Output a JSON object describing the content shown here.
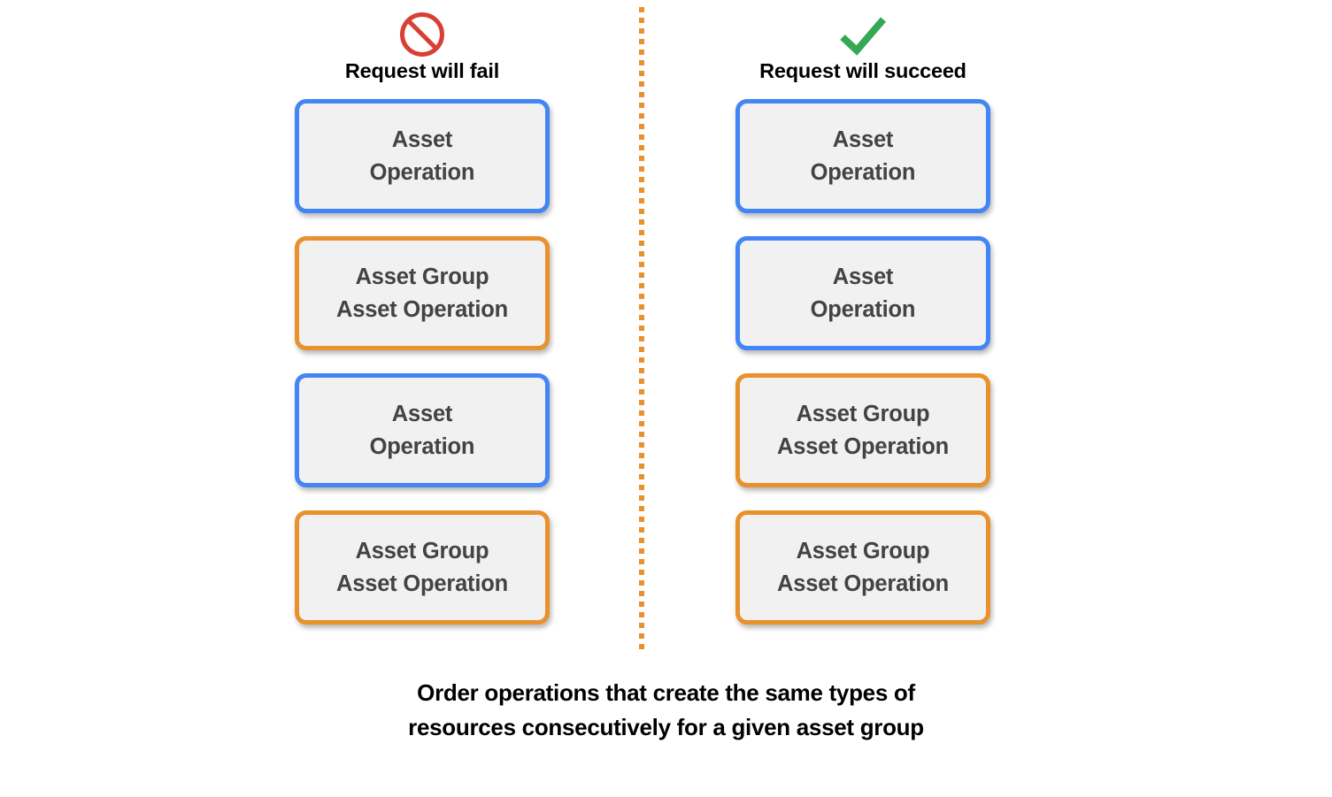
{
  "diagram": {
    "caption": "Order operations that create the same types of\nresources consecutively for a given asset group",
    "divider_color": "#e8912d",
    "colors": {
      "blue_border": "#4285f4",
      "orange_border": "#e8912d",
      "box_fill": "#f1f1f1",
      "box_text": "#434343",
      "fail_icon": "#d93f34",
      "succeed_icon": "#34a853",
      "background": "#ffffff"
    },
    "columns": [
      {
        "id": "fail",
        "icon": "prohibition-icon",
        "icon_color": "#d93f34",
        "title": "Request will fail",
        "boxes": [
          {
            "label": "Asset\nOperation",
            "type": "asset-operation",
            "color": "#4285f4"
          },
          {
            "label": "Asset Group\nAsset Operation",
            "type": "asset-group-asset-operation",
            "color": "#e8912d"
          },
          {
            "label": "Asset\nOperation",
            "type": "asset-operation",
            "color": "#4285f4"
          },
          {
            "label": "Asset Group\nAsset Operation",
            "type": "asset-group-asset-operation",
            "color": "#e8912d"
          }
        ]
      },
      {
        "id": "succeed",
        "icon": "check-icon",
        "icon_color": "#34a853",
        "title": "Request will succeed",
        "boxes": [
          {
            "label": "Asset\nOperation",
            "type": "asset-operation",
            "color": "#4285f4"
          },
          {
            "label": "Asset\nOperation",
            "type": "asset-operation",
            "color": "#4285f4"
          },
          {
            "label": "Asset Group\nAsset Operation",
            "type": "asset-group-asset-operation",
            "color": "#e8912d"
          },
          {
            "label": "Asset Group\nAsset Operation",
            "type": "asset-group-asset-operation",
            "color": "#e8912d"
          }
        ]
      }
    ]
  }
}
